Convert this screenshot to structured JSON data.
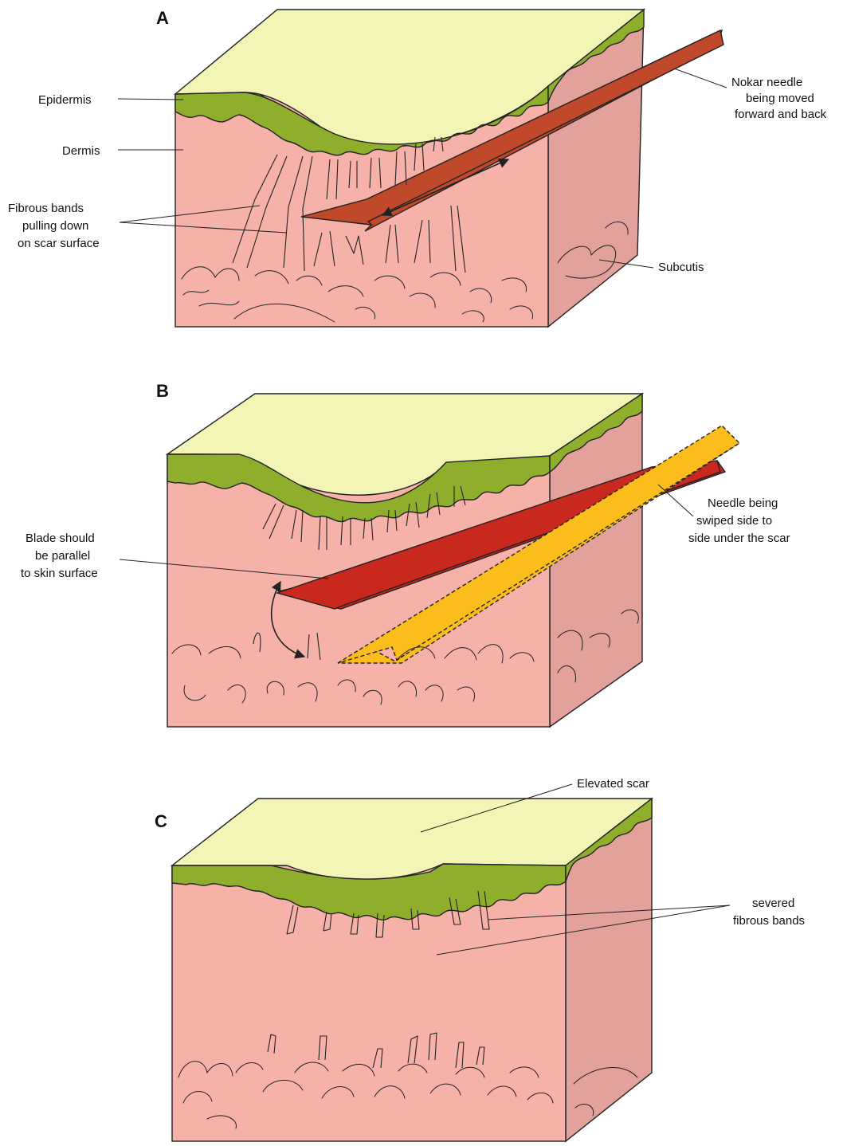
{
  "colors": {
    "skin_surface": "#f3f5b6",
    "epidermis": "#8fae2b",
    "dermis_front": "#f6b1a8",
    "dermis_side": "#e3a19c",
    "needle_red": "#c9281f",
    "needle_brown": "#c1492b",
    "needle_yellow": "#fbbd1b"
  },
  "panels": [
    {
      "letter": "A",
      "labels": {
        "epidermis": "Epidermis",
        "dermis": "Dermis",
        "fibrous_bands": [
          "Fibrous bands",
          "pulling down",
          "on scar surface"
        ],
        "needle": [
          "Nokar needle",
          "being moved",
          "forward and back"
        ],
        "subcutis": "Subcutis"
      }
    },
    {
      "letter": "B",
      "labels": {
        "blade": [
          "Blade should",
          "be parallel",
          "to skin surface"
        ],
        "needle": [
          "Needle being",
          "swiped side to",
          "side under the scar"
        ]
      }
    },
    {
      "letter": "C",
      "labels": {
        "elevated_scar": "Elevated scar",
        "severed": [
          "severed",
          "fibrous bands"
        ]
      }
    }
  ]
}
